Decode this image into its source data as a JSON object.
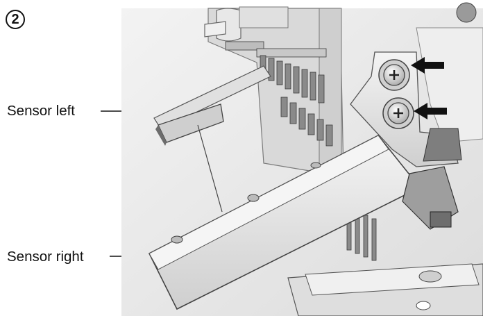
{
  "step": {
    "number": "2"
  },
  "callouts": {
    "sensor_left": "Sensor left",
    "sensor_right": "Sensor right"
  },
  "icons": {
    "step_badge": "circled-number-icon",
    "screw_top": "phillips-screw-icon",
    "screw_bottom": "phillips-screw-icon",
    "arrow_top": "arrow-left-icon",
    "arrow_bottom": "arrow-left-icon"
  },
  "colors": {
    "ink": "#111111",
    "metal_light": "#e6e6e6",
    "metal_mid": "#bdbdbd",
    "metal_dark": "#6e6e6e"
  }
}
